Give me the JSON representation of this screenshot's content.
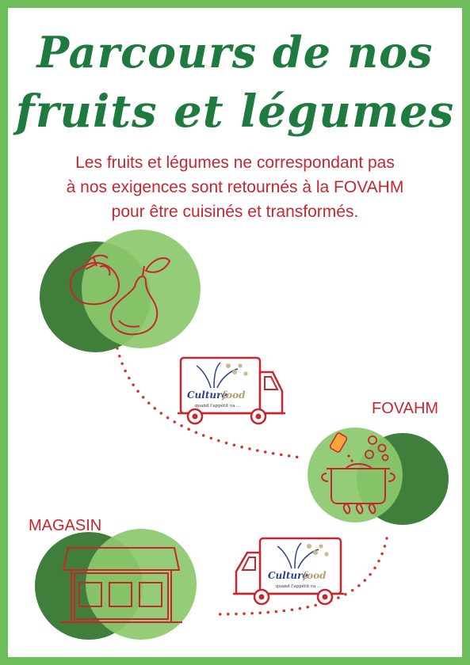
{
  "title": {
    "line1": "Parcours de nos",
    "line2": "fruits et légumes"
  },
  "subtitle": {
    "line1": "Les fruits et légumes ne correspondant pas",
    "line2": "à nos exigences sont retournés à la FOVAHM",
    "line3": "pour être cuisinés et transformés."
  },
  "stations": {
    "fovahm": "FOVAHM",
    "magasin": "MAGASIN"
  },
  "truck_brand": {
    "name_part1": "Culture",
    "name_part2": "food",
    "tagline": "quand l'appétit va ..."
  },
  "colors": {
    "border": "#6dbd5a",
    "title": "#1e7a3e",
    "accent_red": "#c8262e",
    "circle_dark": "#3f7f3b",
    "circle_light": "#8cc86d"
  }
}
